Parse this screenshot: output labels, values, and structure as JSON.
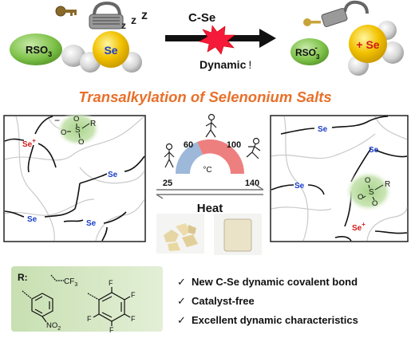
{
  "top": {
    "rso3_left": {
      "main": "RSO",
      "sub": "3"
    },
    "se_label": "Se",
    "zzz": [
      "z",
      "z",
      "z"
    ],
    "arrow_label": "C-Se",
    "dynamic_label": "Dynamic",
    "dynamic_mark": "!",
    "rso3_right": {
      "main": "RSO",
      "sub": "3",
      "sup": "-"
    },
    "se_plus_label": "+ Se"
  },
  "title": "Transalkylation of Selenonium Salts",
  "left_panel": {
    "se_cation": "Se",
    "se_cation_charge": "+",
    "se_labels": [
      "Se",
      "Se",
      "Se"
    ],
    "sulfonate": {
      "S": "S",
      "O_top": "O",
      "O_right": "O",
      "O_left": "O",
      "R": "R",
      "charge": "−"
    }
  },
  "right_panel": {
    "se_labels": [
      "Se",
      "Se",
      "Se"
    ],
    "se_cation": "Se",
    "se_cation_charge": "+",
    "sulfonate": {
      "S": "S",
      "O_top": "O",
      "O_bottom": "O",
      "O_left": "O",
      "R": "R"
    }
  },
  "gauge": {
    "ticks": [
      "25",
      "60",
      "100",
      "140"
    ],
    "unit": "°C",
    "arrow_label": "Heat"
  },
  "legend": {
    "r_label": "R:",
    "cf3": {
      "main": "CF",
      "sub": "3"
    },
    "no2": {
      "main": "NO",
      "sub": "2"
    },
    "fluorines": [
      "F",
      "F",
      "F",
      "F",
      "F"
    ]
  },
  "checklist": {
    "check_mark": "✓",
    "items": [
      "New C-Se dynamic covalent bond",
      "Catalyst-free",
      "Excellent dynamic characteristics"
    ]
  },
  "colors": {
    "title": "#e8702a",
    "selenium": "#f2c200",
    "rso3": "#7fc24a",
    "sulfonate_glow": "#b9dba0",
    "se_blue": "#1a3fc9",
    "se_red": "#d11a1a",
    "gauge_blue": "#9db8d8",
    "gauge_red": "#ee7f7f",
    "legend_bg": "#cfe3bd"
  }
}
